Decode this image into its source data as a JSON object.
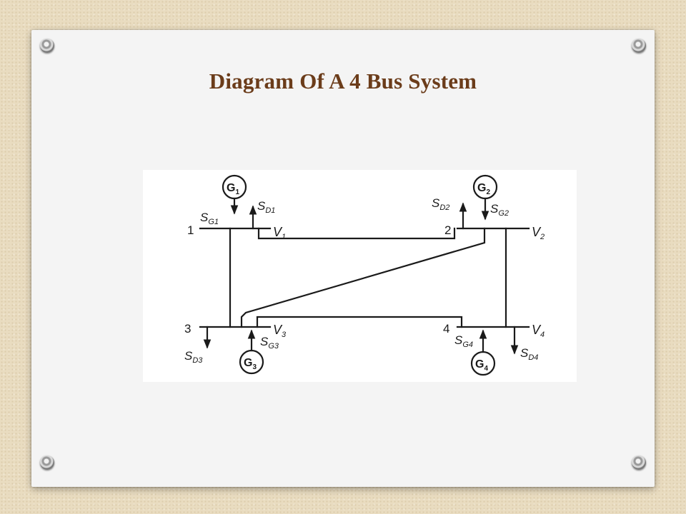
{
  "slide": {
    "title": "Diagram Of A 4 Bus System"
  },
  "diagram": {
    "buses": [
      {
        "number": "1",
        "voltage": "V",
        "voltage_sub": "1"
      },
      {
        "number": "2",
        "voltage": "V",
        "voltage_sub": "2"
      },
      {
        "number": "3",
        "voltage": "V",
        "voltage_sub": "3"
      },
      {
        "number": "4",
        "voltage": "V",
        "voltage_sub": "4"
      }
    ],
    "generators": [
      {
        "letter": "G",
        "sub": "1"
      },
      {
        "letter": "G",
        "sub": "2"
      },
      {
        "letter": "G",
        "sub": "3"
      },
      {
        "letter": "G",
        "sub": "4"
      }
    ],
    "generation_labels": [
      {
        "letter": "S",
        "sub": "G1"
      },
      {
        "letter": "S",
        "sub": "G2"
      },
      {
        "letter": "S",
        "sub": "G3"
      },
      {
        "letter": "S",
        "sub": "G4"
      }
    ],
    "demand_labels": [
      {
        "letter": "S",
        "sub": "D1"
      },
      {
        "letter": "S",
        "sub": "D2"
      },
      {
        "letter": "S",
        "sub": "D3"
      },
      {
        "letter": "S",
        "sub": "D4"
      }
    ]
  }
}
